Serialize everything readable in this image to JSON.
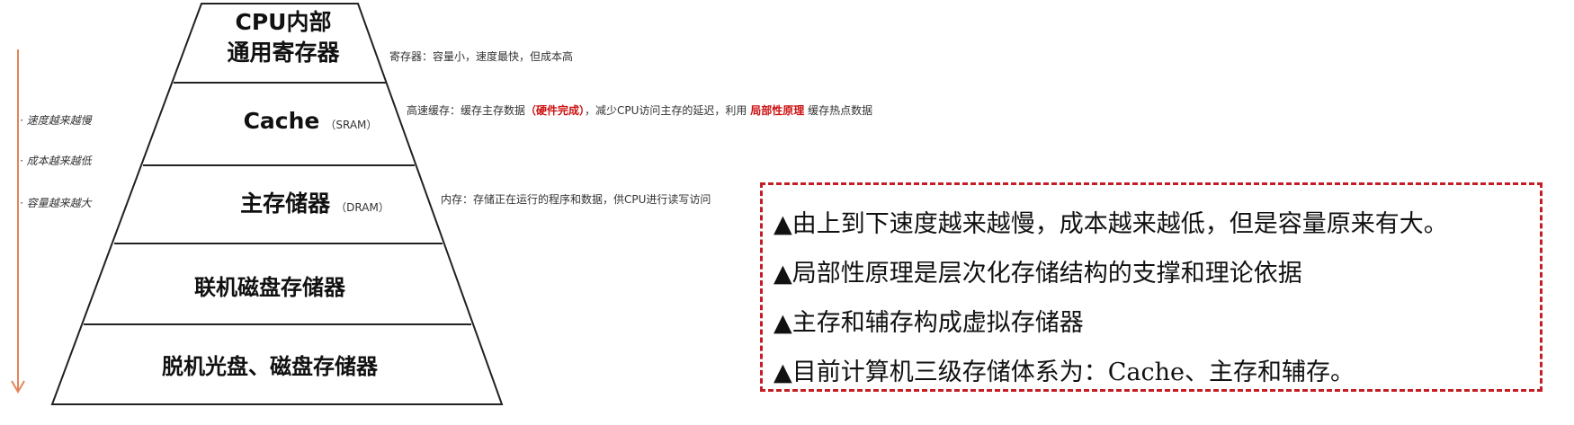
{
  "pyramid": {
    "levels": [
      {
        "line1": "CPU内部",
        "line2": "通用寄存器"
      },
      {
        "label": "Cache",
        "sub": "（SRAM）"
      },
      {
        "label": "主存储器",
        "sub": "（DRAM）"
      },
      {
        "label": "联机磁盘存储器"
      },
      {
        "label": "脱机光盘、磁盘存储器"
      }
    ]
  },
  "notes": {
    "register": "寄存器：容量小，速度最快，但成本高",
    "cache_a": "高速缓存：缓存主存数据",
    "cache_b": "（硬件完成）",
    "cache_c": "，减少CPU访问主存的延迟，利用",
    "cache_d": "局部性原理",
    "cache_e": "缓存热点数据",
    "memory": "内存：存储正在运行的程序和数据，供CPU进行读写访问"
  },
  "side_notes": [
    "· 速度越来越慢",
    "· 成本越来越低",
    "· 容量越来越大"
  ],
  "summary": [
    "▲由上到下速度越来越慢，成本越来越低，但是容量原来有大。",
    "▲局部性原理是层次化存储结构的支撑和理论依据",
    "▲主存和辅存构成虚拟存储器",
    "▲目前计算机三级存储体系为：Cache、主存和辅存。"
  ],
  "colors": {
    "arrow": "#e3855a",
    "highlight": "#cc1111",
    "border": "#c41e24"
  }
}
